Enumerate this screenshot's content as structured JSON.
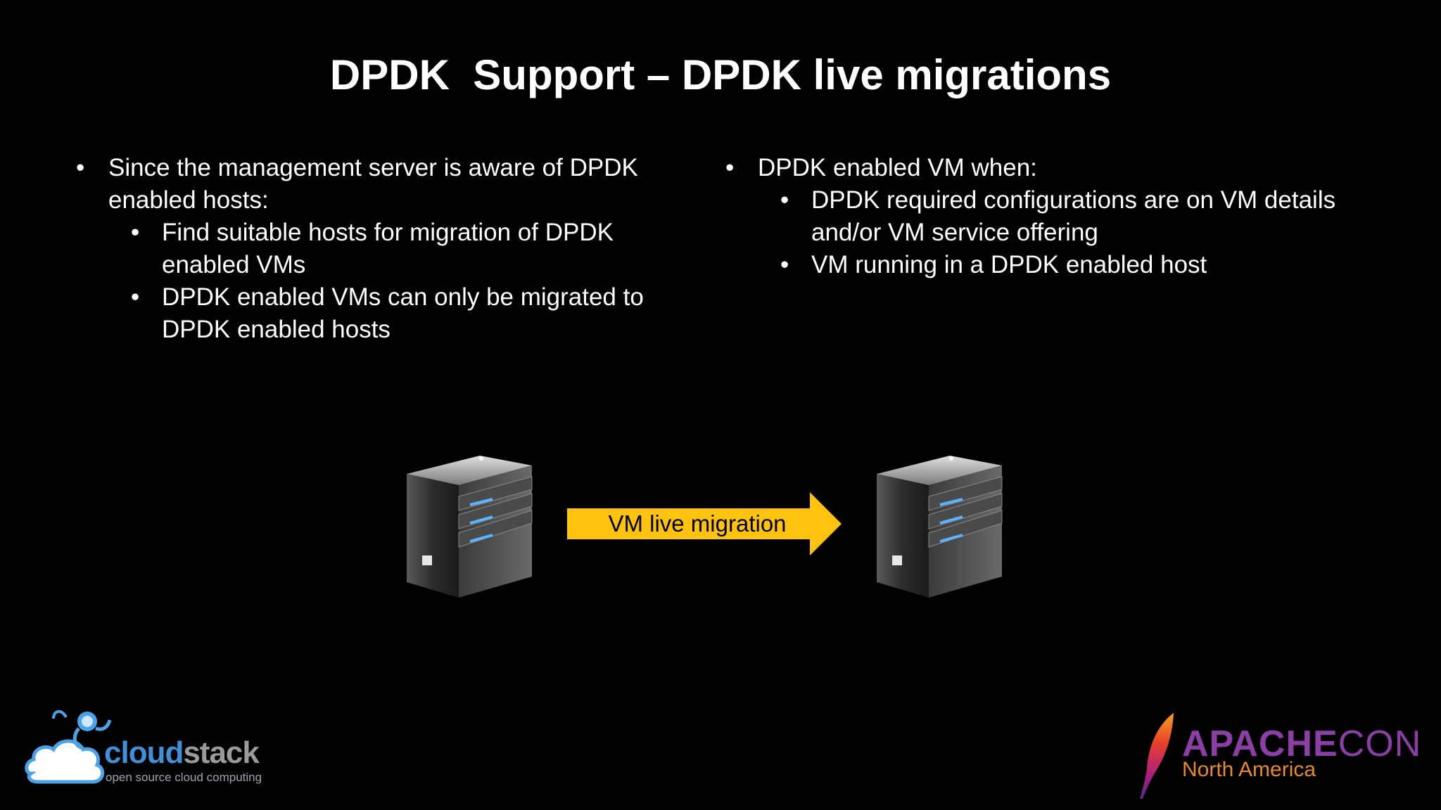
{
  "slide": {
    "title": "DPDK  Support – DPDK live migrations",
    "left_column": {
      "bullet_1": "Since the management server is aware of DPDK enabled hosts:",
      "sub_bullets": [
        "Find suitable hosts for migration of DPDK enabled VMs",
        "DPDK enabled VMs can only be migrated to DPDK enabled hosts"
      ]
    },
    "right_column": {
      "bullet_1": "DPDK enabled VM when:",
      "sub_bullets": [
        "DPDK required configurations are on VM details and/or VM service offering",
        "VM running in a DPDK enabled host"
      ]
    },
    "diagram": {
      "arrow_label": "VM live migration",
      "arrow_color": "#ffc20e",
      "source_icon": "server-icon",
      "target_icon": "server-icon"
    }
  },
  "logos": {
    "cloudstack": {
      "word_part_1": "cloud",
      "word_part_2": "stack",
      "tagline": "open source cloud computing",
      "color_primary": "#3f8fd9",
      "color_secondary": "#9a9a9a"
    },
    "apachecon": {
      "word_part_1": "APACHE",
      "word_part_2": "CON",
      "subtitle": "North America",
      "color_primary": "#8b3fa6",
      "color_secondary": "#e8882c"
    }
  }
}
